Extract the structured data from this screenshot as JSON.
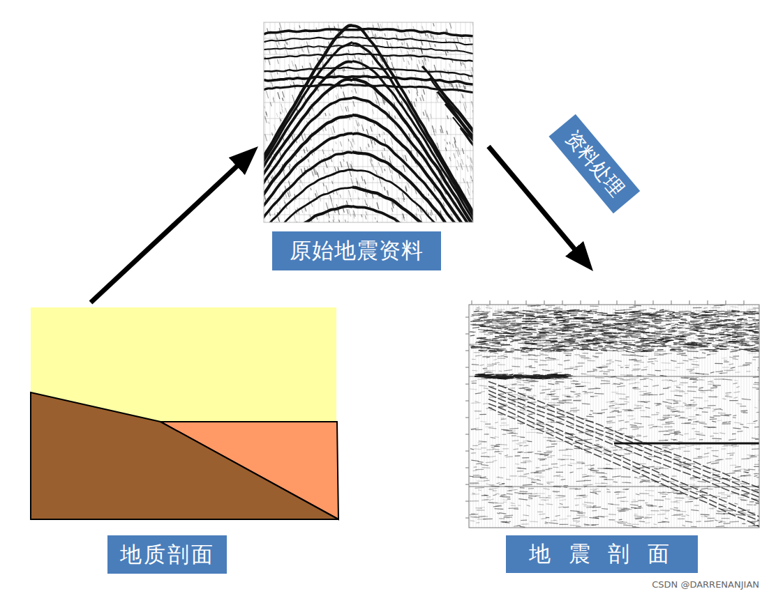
{
  "diagram": {
    "nodes": [
      {
        "text": [
          "原始地震资料"
        ]
      },
      {
        "text": [
          "地质剖面"
        ]
      },
      {
        "text": [
          "地 震 剖 面"
        ]
      }
    ],
    "edges": [
      {
        "from": 1,
        "to": 0,
        "arrow": "to"
      },
      {
        "from": 0,
        "to": 2,
        "arrow": "to",
        "label": "资料处理"
      }
    ],
    "labels": [
      "CSDN @DARRENANJIAN"
    ]
  }
}
